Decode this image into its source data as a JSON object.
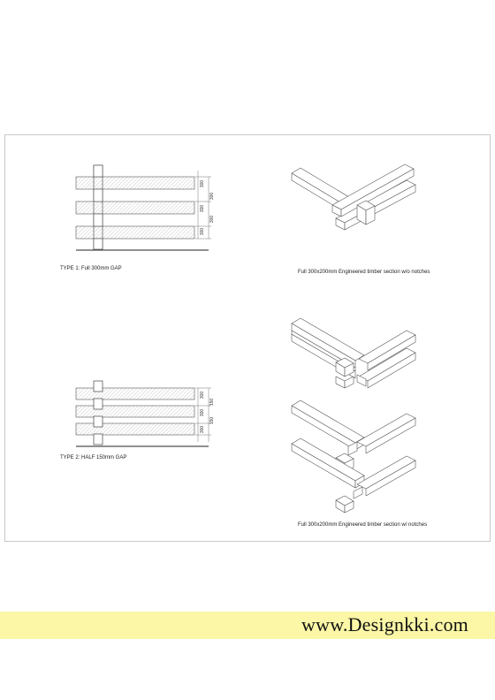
{
  "type1": {
    "caption": "TYPE 1: Full 300mm GAP",
    "dims": [
      "300",
      "300",
      "300",
      "300",
      "300"
    ]
  },
  "type2": {
    "caption": "TYPE 2: HALF 150mm GAP",
    "dims": [
      "300",
      "300",
      "300",
      "150",
      "150"
    ]
  },
  "iso_top": {
    "caption": "Full 300x200mm Engineered timber section w/o notches"
  },
  "iso_bottom": {
    "caption": "Full 300x200mm Engineered timber  section w/ notches"
  },
  "banner": {
    "text": "www.Designkki.com",
    "color": "#fbf7a6"
  }
}
